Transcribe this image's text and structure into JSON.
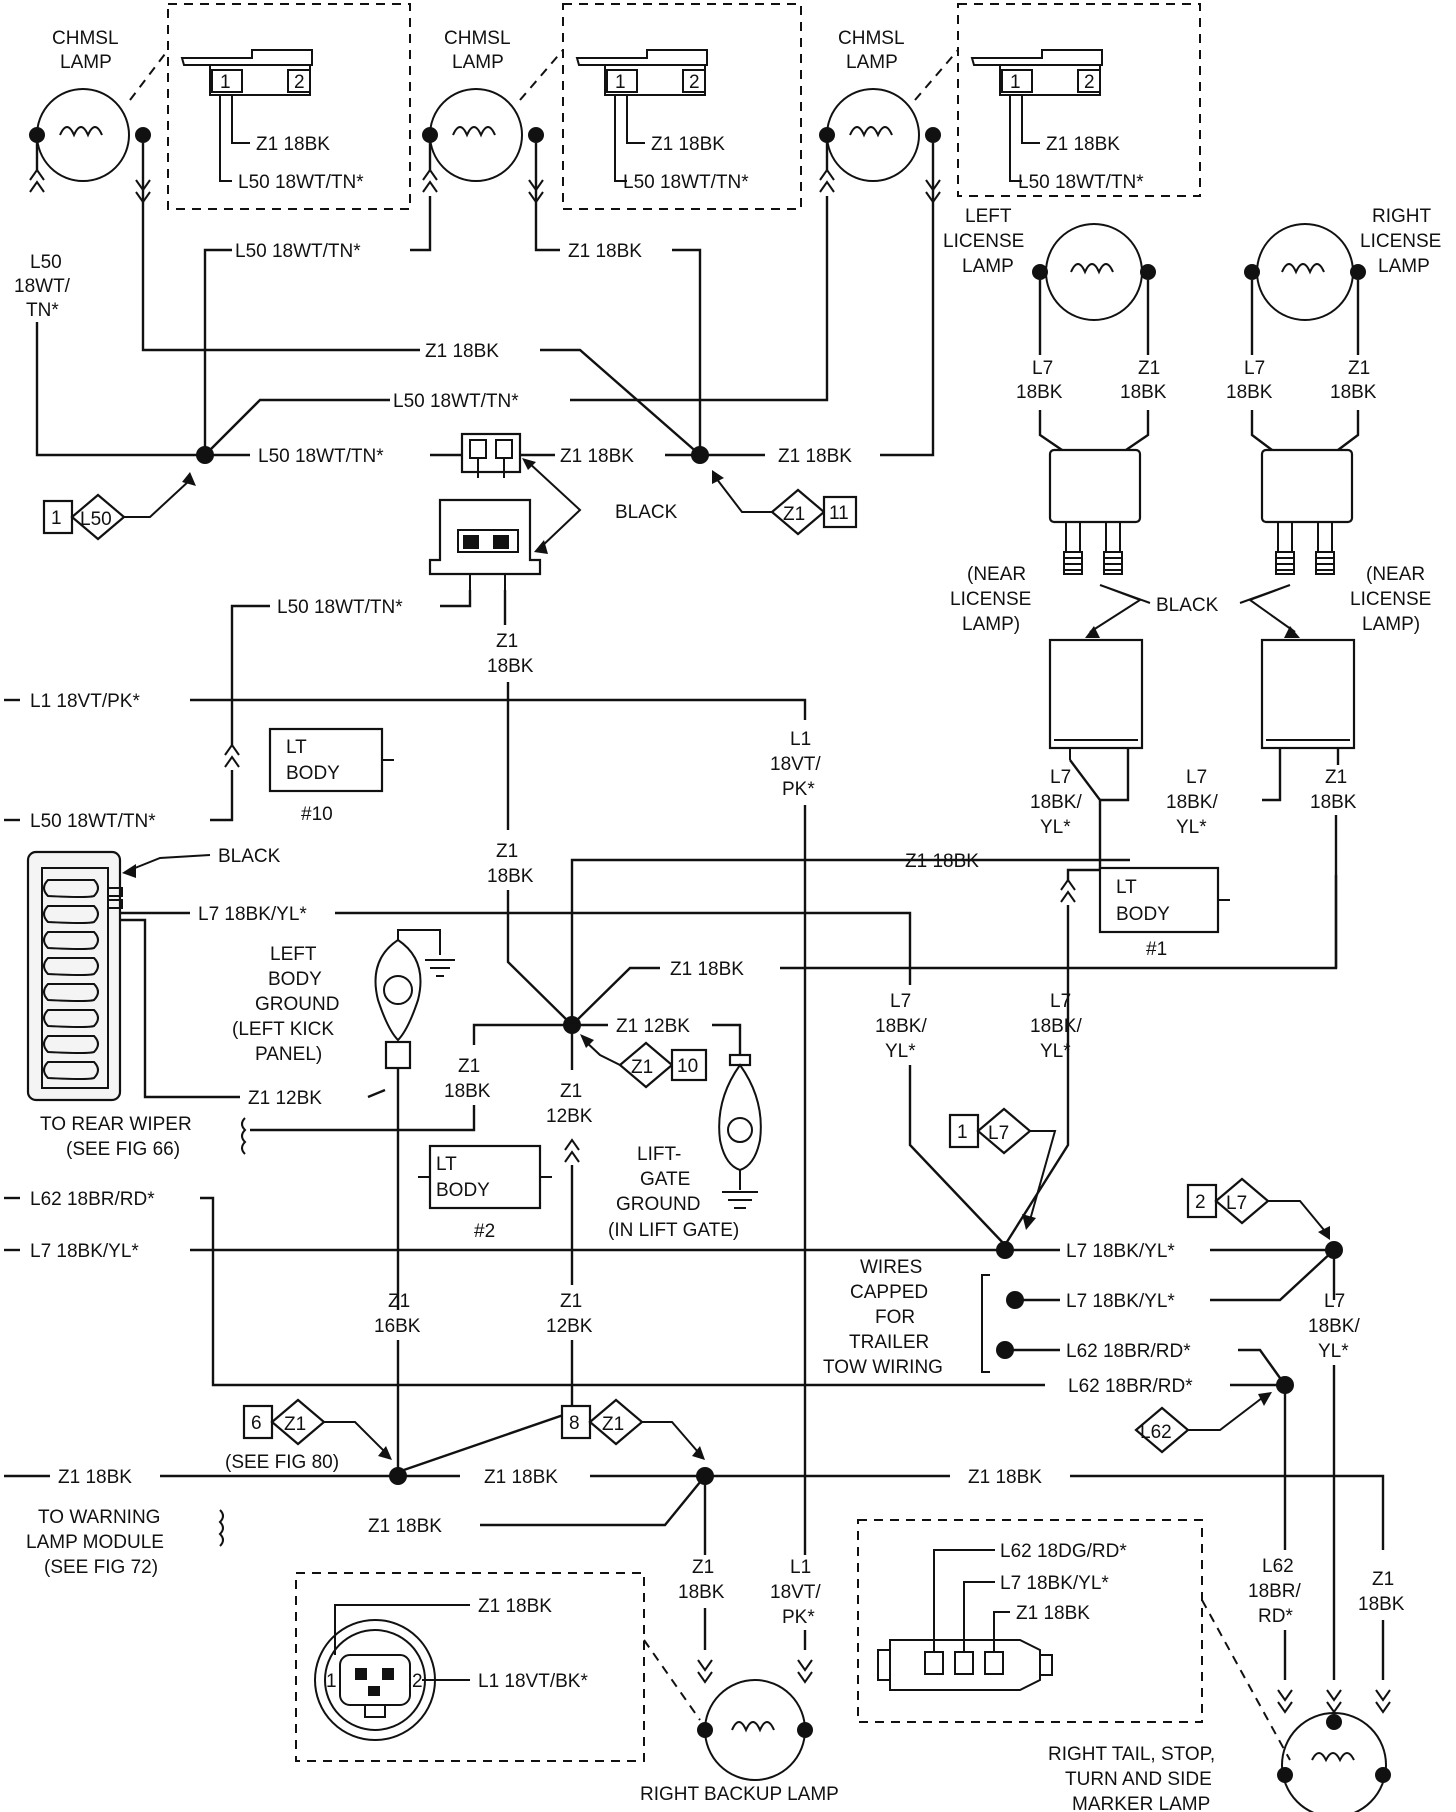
{
  "chmsl": {
    "title_1": "CHMSL",
    "title_2": "LAMP",
    "pin1": "1",
    "pin2": "2",
    "wire_a": "Z1 18BK",
    "wire_b": "L50 18WT/TN*"
  },
  "license": {
    "left_1": "LEFT",
    "left_2": "LICENSE",
    "left_3": "LAMP",
    "right_1": "RIGHT",
    "right_2": "LICENSE",
    "right_3": "LAMP",
    "l7_top": "L7",
    "z1_top": "Z1",
    "bk": "18BK",
    "near_1": "(NEAR",
    "near_2": "LICENSE",
    "near_3": "LAMP)"
  },
  "wires": {
    "l50": "L50 18WT/TN*",
    "l50_v1": "L50",
    "l50_v2": "18WT/",
    "l50_v3": "TN*",
    "z1_18bk": "Z1 18BK",
    "z1": "Z1",
    "bk18": "18BK",
    "bk12": "12BK",
    "bk16": "16BK",
    "l1_18vtpk": "L1 18VT/PK*",
    "l1": "L1",
    "vt18": "18VT/",
    "pk": "PK*",
    "l7_18bkyl": "L7 18BK/YL*",
    "l7": "L7",
    "bkyl18": "18BK/",
    "yl": "YL*",
    "z1_12bk": "Z1 12BK",
    "l62_18brrd": "L62 18BR/RD*",
    "l62": "L62",
    "br18": "18BR/",
    "rd": "RD*",
    "l62_18dgrd": "L62 18DG/RD*",
    "l1_18vtbk": "L1 18VT/BK*"
  },
  "connectors": {
    "black": "BLACK",
    "lt": "LT",
    "body": "BODY",
    "num10": "#10",
    "num1": "#1",
    "num2": "#2"
  },
  "splices": {
    "s1_num": "1",
    "s1_circ": "L50",
    "s2_num": "11",
    "s2_circ": "Z1",
    "s3_num": "10",
    "s3_circ": "Z1",
    "s4_num": "1",
    "s4_circ": "L7",
    "s5_num": "2",
    "s5_circ": "L7",
    "s6_circ": "L62",
    "s7_num": "6",
    "s7_circ": "Z1",
    "s8_num": "8",
    "s8_circ": "Z1"
  },
  "grounds": {
    "left_1": "LEFT",
    "left_2": "BODY",
    "left_3": "GROUND",
    "left_4": "(LEFT KICK",
    "left_5": "PANEL)",
    "lift_1": "LIFT-",
    "lift_2": "GATE",
    "lift_3": "GROUND",
    "lift_4": "(IN LIFT GATE)"
  },
  "refs": {
    "rear_wiper_1": "TO REAR WIPER",
    "rear_wiper_2": "(SEE FIG 66)",
    "fig80": "(SEE FIG 80)",
    "warning_1": "TO WARNING",
    "warning_2": "LAMP MODULE",
    "warning_3": "(SEE FIG 72)"
  },
  "capped": {
    "c1": "WIRES",
    "c2": "CAPPED",
    "c3": "FOR",
    "c4": "TRAILER",
    "c5": "TOW WIRING"
  },
  "lamps": {
    "backup": "RIGHT BACKUP LAMP",
    "tail_1": "RIGHT TAIL, STOP,",
    "tail_2": "TURN AND SIDE",
    "tail_3": "MARKER LAMP"
  }
}
